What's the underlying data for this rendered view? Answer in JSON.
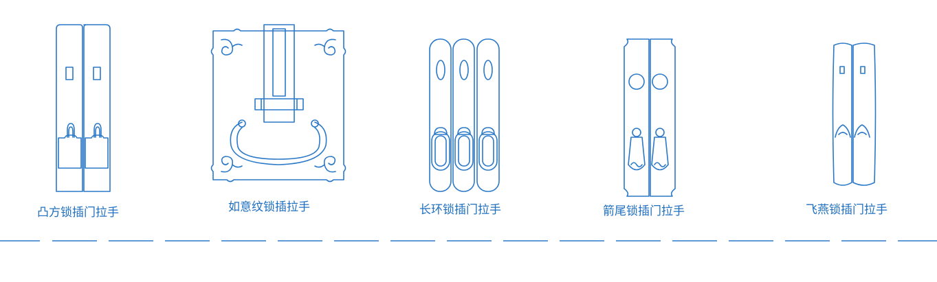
{
  "items": [
    {
      "name": "凸方锁插门拉手"
    },
    {
      "name": "如意纹锁插拉手"
    },
    {
      "name": "长环锁插门拉手"
    },
    {
      "name": "箭尾锁插门拉手"
    },
    {
      "name": "飞燕锁插门拉手"
    }
  ],
  "colors": {
    "line": "#2a78c8",
    "text": "#1f6fc0",
    "background": "#ffffff"
  }
}
